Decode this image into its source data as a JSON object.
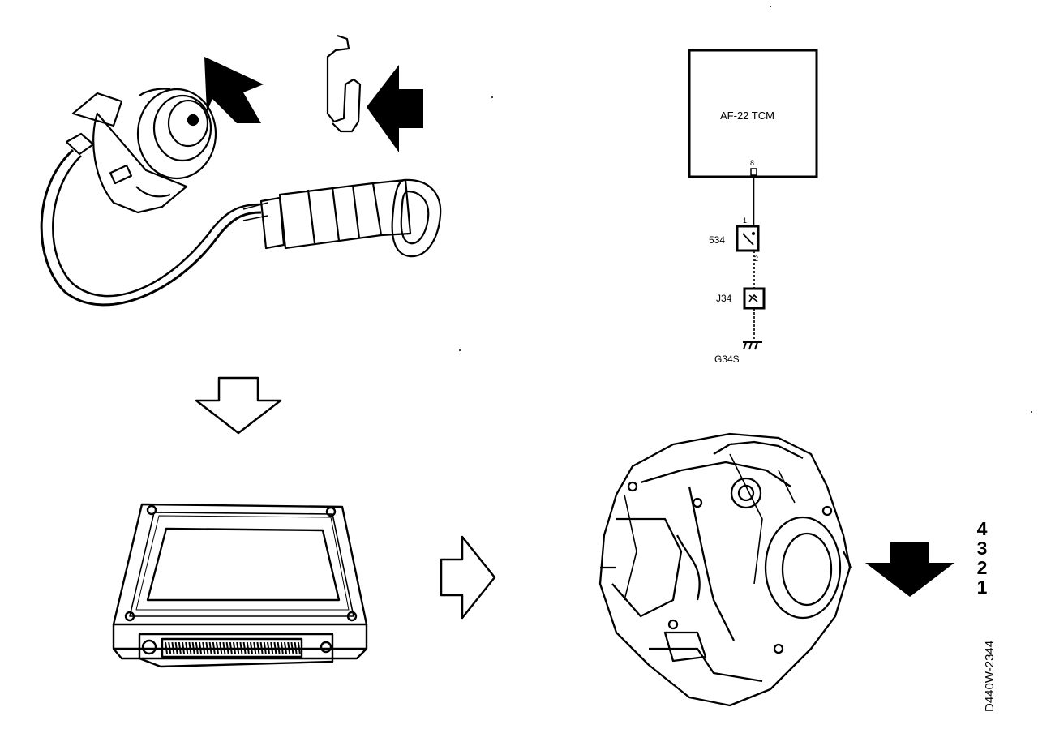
{
  "diagram": {
    "tcm_label": "AF-22 TCM",
    "tcm_pin": "8",
    "switch_label": "534",
    "switch_pin_1": "1",
    "switch_pin_2": "2",
    "connector_label": "J34",
    "ground_label": "G34S",
    "gear_positions": [
      "4",
      "3",
      "2",
      "1"
    ],
    "document_id": "D440W-2344"
  }
}
